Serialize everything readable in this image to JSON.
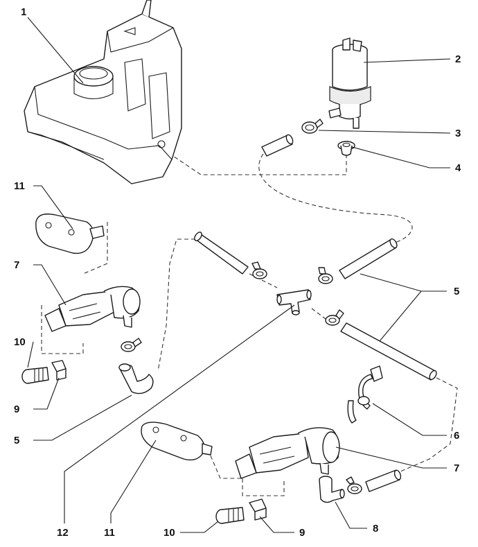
{
  "callouts": {
    "c1": "1",
    "c2": "2",
    "c3": "3",
    "c4": "4",
    "c5_right": "5",
    "c5_left": "5",
    "c6": "6",
    "c7_left": "7",
    "c7_right": "7",
    "c8": "8",
    "c9_left": "9",
    "c9_bottom": "9",
    "c10_left": "10",
    "c10_bottom": "10",
    "c11_left": "11",
    "c11_bottom": "11",
    "c12": "12"
  },
  "icons": [
    "reservoir",
    "pump",
    "hose-clip",
    "grommet",
    "hose",
    "t-connector",
    "nozzle",
    "nozzle-bracket",
    "elbow-connector",
    "bolt",
    "clip"
  ]
}
